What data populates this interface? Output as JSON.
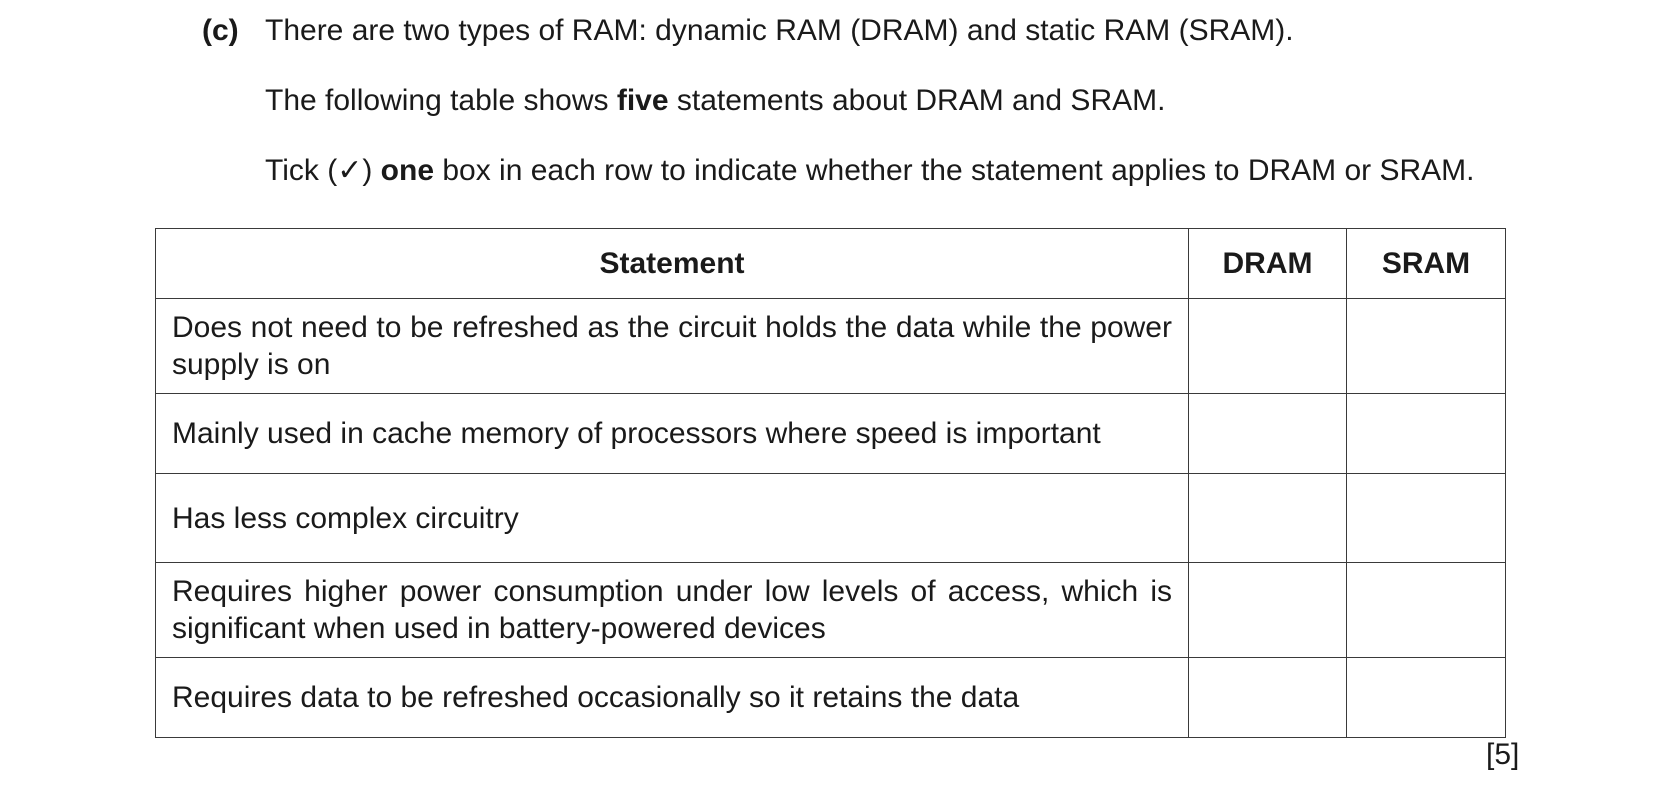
{
  "question": {
    "label": "(c)",
    "line1": "There are two types of RAM: dynamic RAM (DRAM) and static RAM (SRAM).",
    "line2": {
      "before": "The following table shows ",
      "bold": "five",
      "after": " statements about DRAM and SRAM."
    },
    "line3": {
      "before": "Tick (✓) ",
      "bold": "one",
      "after": " box in each row to indicate whether the statement applies to DRAM or SRAM."
    }
  },
  "table": {
    "headers": [
      "Statement",
      "DRAM",
      "SRAM"
    ],
    "rows": [
      "Does not need to be refreshed as the circuit holds the data while the power supply is on",
      "Mainly used in cache memory of processors where speed is important",
      "Has less complex circuitry",
      "Requires higher power consumption under low levels of access, which is significant when used in battery-powered devices",
      "Requires data to be refreshed occasionally so it retains the data"
    ]
  },
  "marks": "[5]"
}
